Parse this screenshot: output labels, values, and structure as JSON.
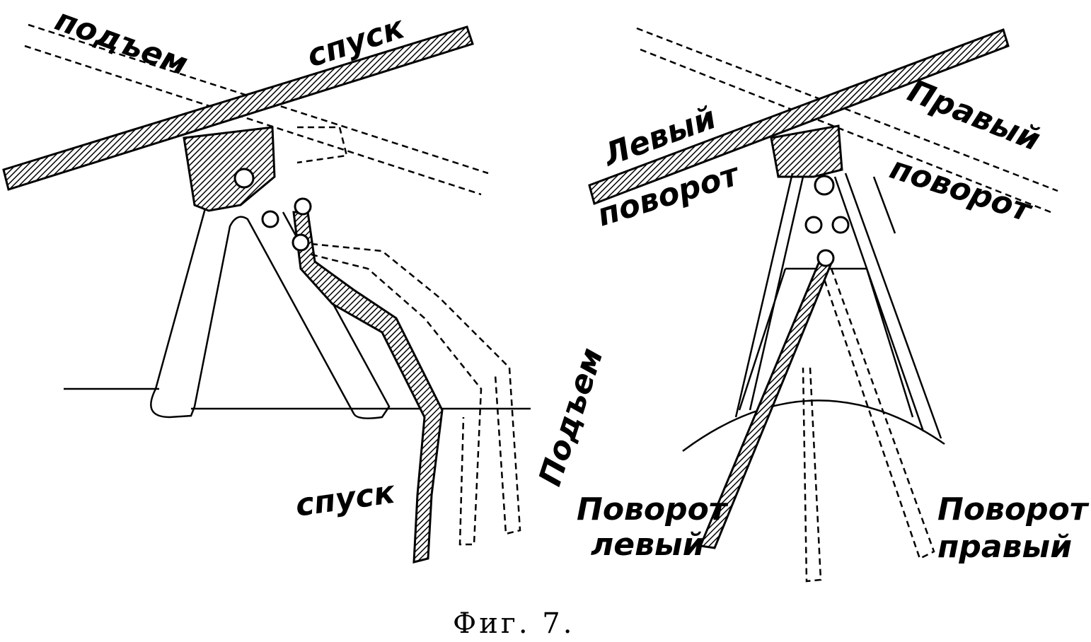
{
  "figure": {
    "caption": "Фиг. 7.",
    "left_diagram": {
      "label_top_dashed": "подъем",
      "label_top_solid": "спуск",
      "label_lever_up": "Подъем",
      "label_lever_down": "спуск"
    },
    "right_diagram": {
      "label_left_turn": "Левый поворот",
      "label_left_turn_line1": "Левый",
      "label_left_turn_line2": "поворот",
      "label_right_turn_line1": "Правый",
      "label_right_turn_line2": "поворот",
      "label_lever_left_line1": "Поворот",
      "label_lever_left_line2": "левый",
      "label_lever_right_line1": "Поворот",
      "label_lever_right_line2": "правый"
    }
  }
}
